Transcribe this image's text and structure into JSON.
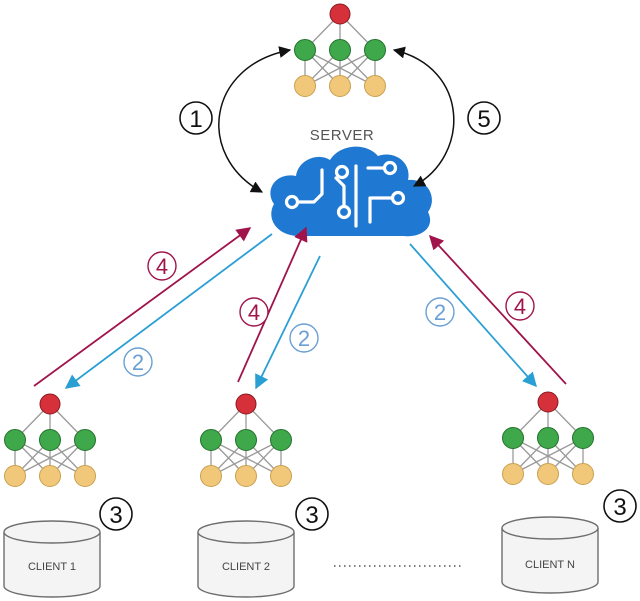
{
  "server": {
    "label": "SERVER"
  },
  "clients": [
    {
      "label": "CLIENT 1"
    },
    {
      "label": "CLIENT 2"
    },
    {
      "label": "CLIENT N"
    }
  ],
  "steps": {
    "one": "1",
    "five": "5",
    "two": "2",
    "three": "3",
    "four": "4"
  },
  "colors": {
    "upload": "#a0144b",
    "download": "#2a9fd4",
    "step_two_text": "#6a9fd4",
    "cloud": "#1f78d1",
    "node_red": "#d6303a",
    "node_green": "#3fa84a",
    "node_yellow": "#f1c87a"
  },
  "icons": {
    "cloud": "cloud-circuit-icon",
    "network": "neural-network-icon",
    "database": "database-icon"
  }
}
